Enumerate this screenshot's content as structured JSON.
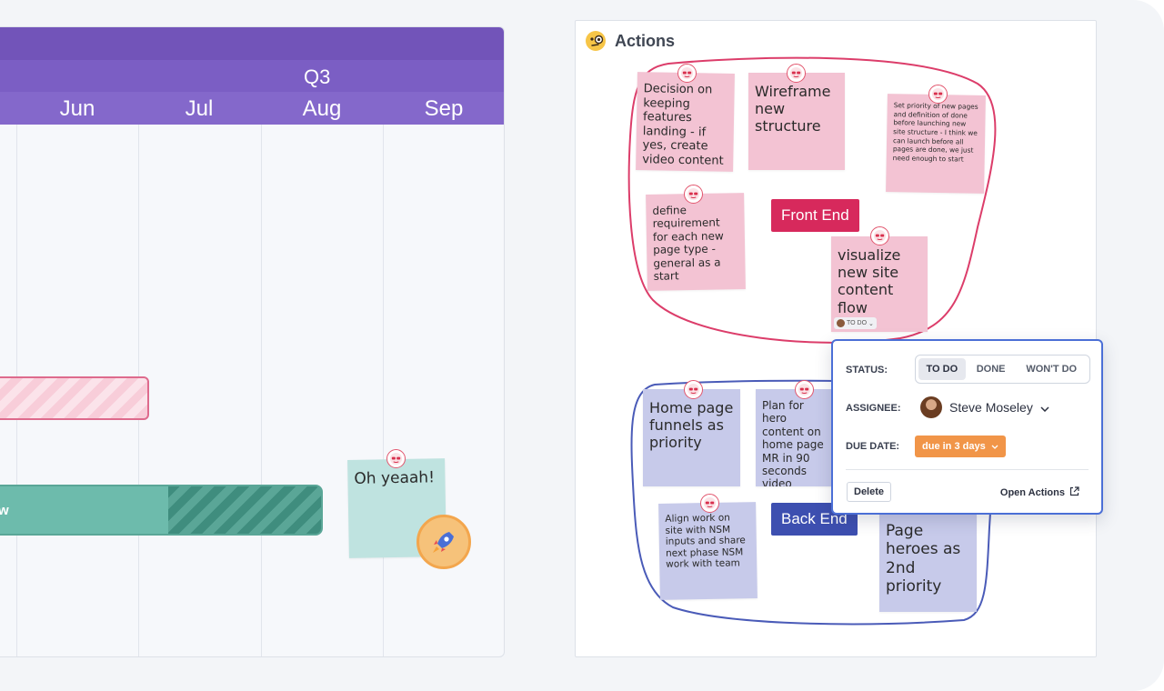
{
  "timeline": {
    "quarter": "Q3",
    "months": [
      "Jun",
      "Jul",
      "Aug",
      "Sep"
    ],
    "teal_bar_label": "w",
    "sticky_text": "Oh yeaah!"
  },
  "actions": {
    "title": "Actions",
    "front_end_tag": "Front End",
    "back_end_tag": "Back End",
    "stickies": [
      "Decision on keeping features landing - if yes, create video content",
      "Wireframe new structure",
      "Set priority of new pages and definition of done before launching new site structure - I think we can launch before all pages are done, we just need enough to start",
      "define requirement for each new page type - general as a start",
      "visualize new site content flow",
      "Home page funnels as priority",
      "Plan for hero content on home page MR in 90 seconds video",
      "Align work on site with NSM inputs and share next phase NSM work with team",
      "Page heroes as 2nd priority"
    ],
    "todo_chip": "TO DO",
    "colors": {
      "front_end": "#d7295c",
      "back_end": "#3d4fb0",
      "front_outline": "#dc3d6a",
      "back_outline": "#4a5bb8"
    }
  },
  "popover": {
    "status_label": "STATUS:",
    "status_options": [
      "TO DO",
      "DONE",
      "WON'T DO"
    ],
    "status_selected": "TO DO",
    "assignee_label": "ASSIGNEE:",
    "assignee_name": "Steve Moseley",
    "due_label": "DUE DATE:",
    "due_value": "due in 3 days",
    "delete_label": "Delete",
    "open_label": "Open Actions"
  }
}
